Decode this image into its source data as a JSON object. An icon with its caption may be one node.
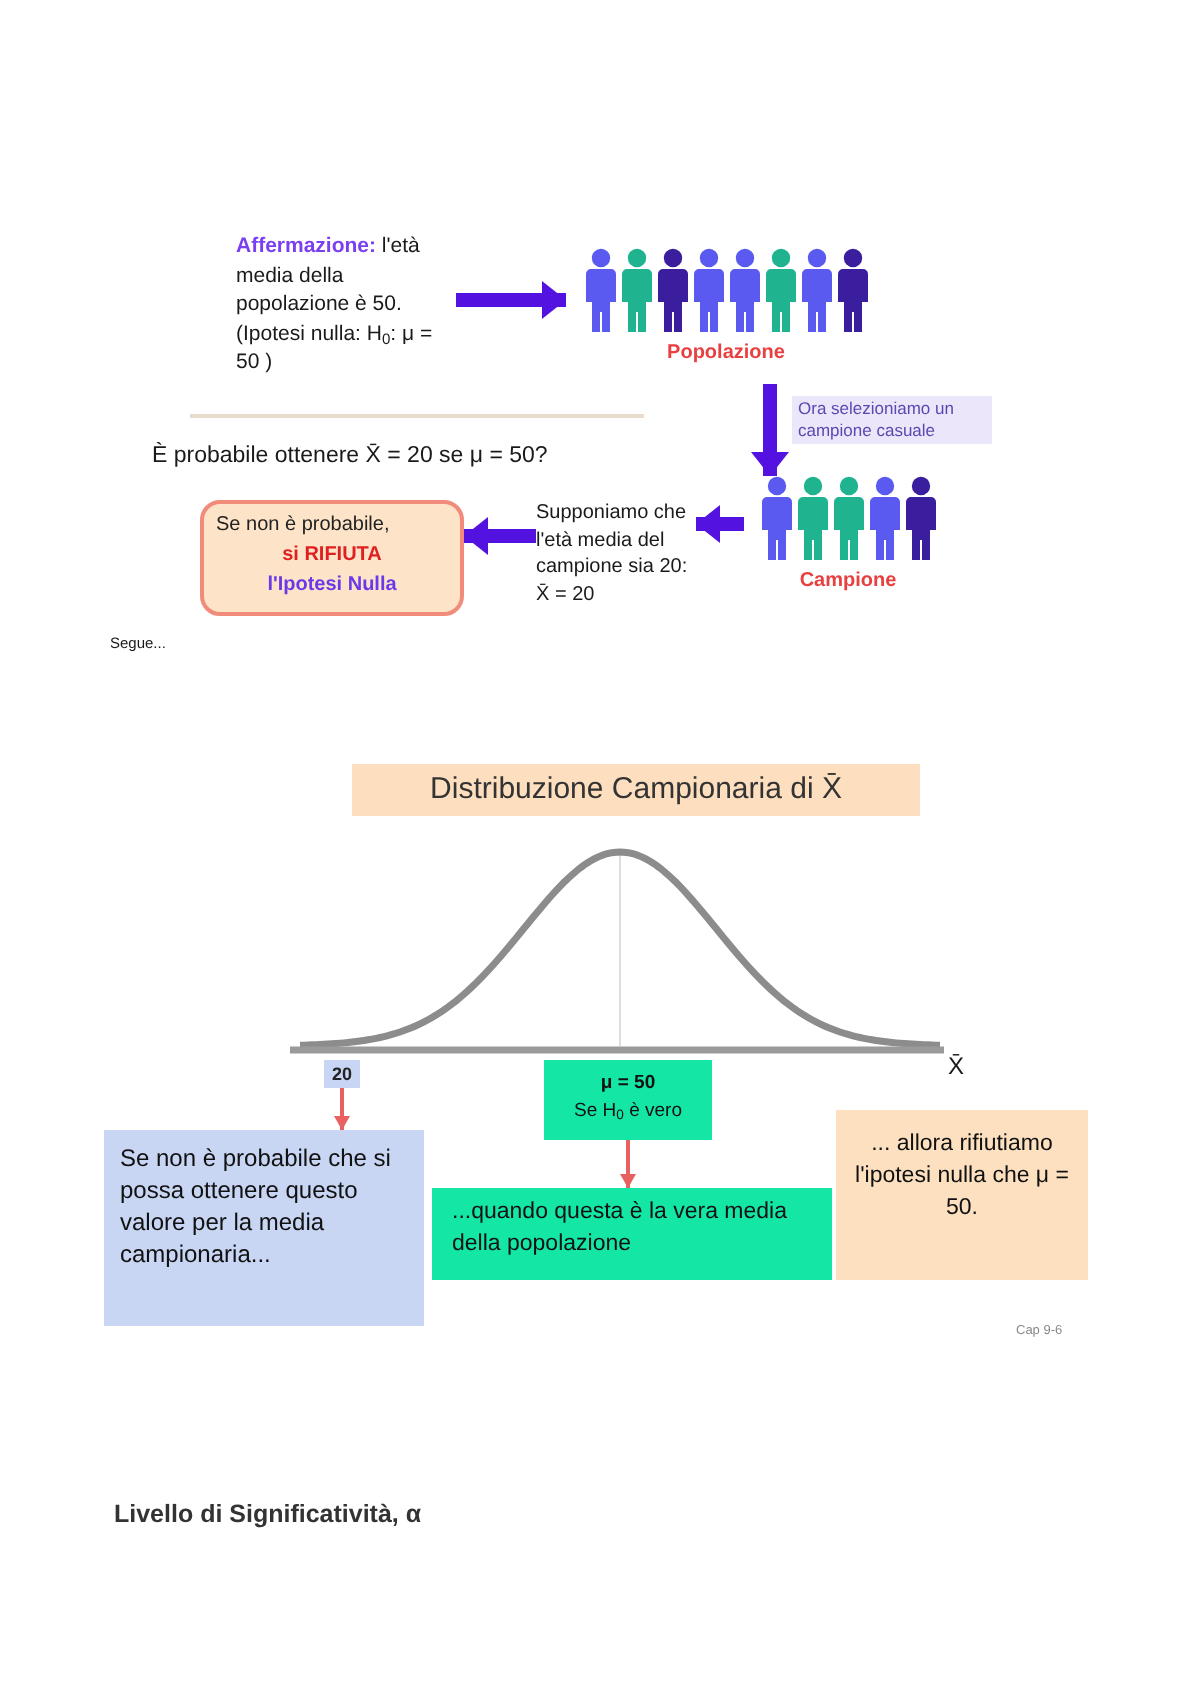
{
  "diagram": {
    "nodes": [
      {
        "text": [
          "**Affermazione:** l'età media della popolazione è 50. (Ipotesi nulla: H$_{0}$: μ = 50 )"
        ]
      },
      {
        "text": [
          "Popolazione"
        ]
      },
      {
        "text": [
          "Campione"
        ]
      },
      {
        "text": [
          "Supponiamo che l'età media del campione sia 20: X̄ = 20"
        ]
      },
      {
        "text": [
          "Se non è probabile,",
          "si RIFIUTA",
          "l'Ipotesi Nulla"
        ]
      },
      {
        "text": [
          "Distribuzione Campionaria di X̄"
        ]
      },
      {
        "text": [
          "20"
        ]
      },
      {
        "text": [
          "μ = 50",
          "Se H$_{0}$ è vero"
        ]
      },
      {
        "text": [
          "Se non è probabile che si possa ottenere questo valore per la media campionaria..."
        ]
      },
      {
        "text": [
          "...quando questa è la vera media della popolazione"
        ]
      },
      {
        "text": [
          "... allora rifiutiamo l'ipotesi nulla che μ = 50."
        ]
      }
    ],
    "edges": [
      {
        "from": 0,
        "to": 1,
        "arrow": "to"
      },
      {
        "from": 1,
        "to": 2,
        "arrow": "to",
        "label": "Ora selezioniamo un campione casuale"
      },
      {
        "from": 2,
        "to": 3,
        "arrow": "to"
      },
      {
        "from": 3,
        "to": 4,
        "arrow": "to"
      },
      {
        "from": 6,
        "to": 8,
        "arrow": "to",
        "color": "#e86060"
      },
      {
        "from": 7,
        "to": 9,
        "arrow": "to",
        "color": "#e86060"
      }
    ],
    "labels": [
      "È probabile ottenere X̄ = 20 se μ = 50?",
      "Segue...",
      "X̄",
      "Cap 9-6",
      "Livello di Significatività, α"
    ]
  }
}
